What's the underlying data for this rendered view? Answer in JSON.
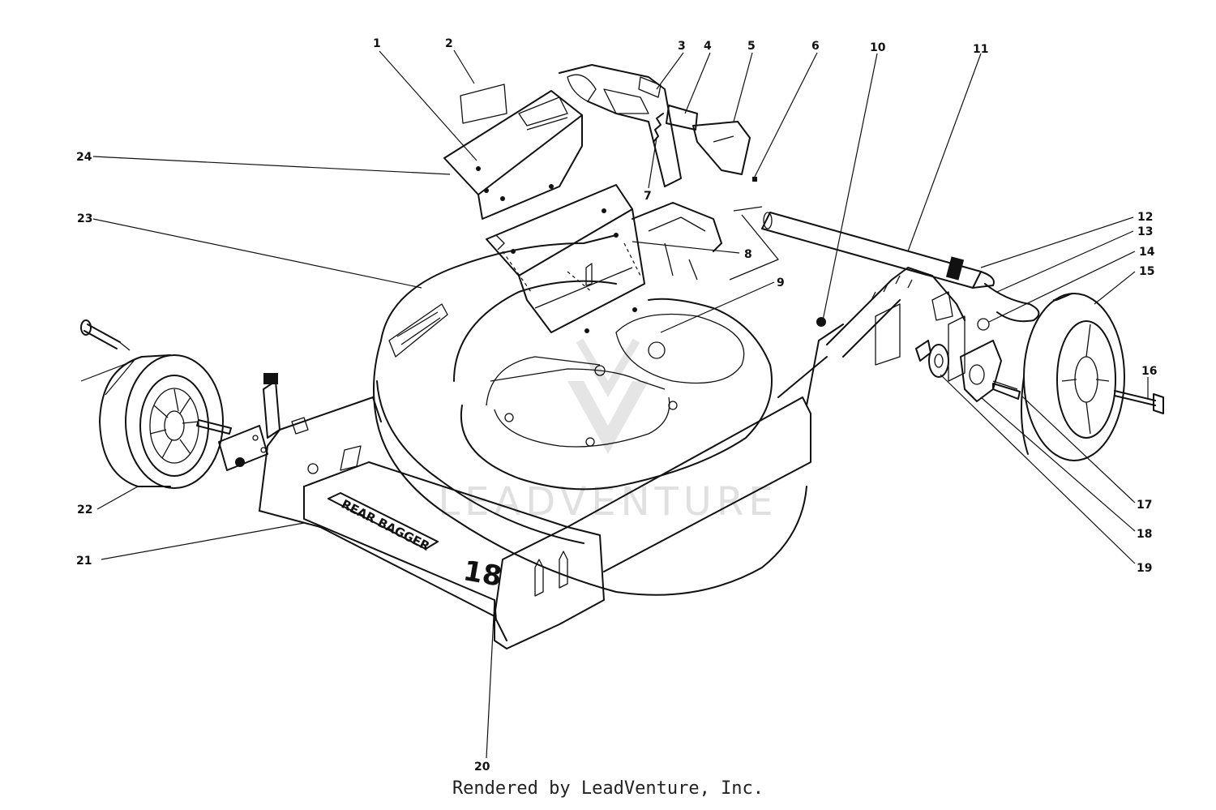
{
  "diagram": {
    "callouts": [
      {
        "id": "1",
        "text": "1"
      },
      {
        "id": "2",
        "text": "2"
      },
      {
        "id": "3",
        "text": "3"
      },
      {
        "id": "4",
        "text": "4"
      },
      {
        "id": "5",
        "text": "5"
      },
      {
        "id": "6",
        "text": "6"
      },
      {
        "id": "7",
        "text": "7"
      },
      {
        "id": "8",
        "text": "8"
      },
      {
        "id": "9",
        "text": "9"
      },
      {
        "id": "10",
        "text": "10"
      },
      {
        "id": "11",
        "text": "11"
      },
      {
        "id": "12",
        "text": "12"
      },
      {
        "id": "13",
        "text": "13"
      },
      {
        "id": "14",
        "text": "14"
      },
      {
        "id": "15",
        "text": "15"
      },
      {
        "id": "16",
        "text": "16"
      },
      {
        "id": "17",
        "text": "17"
      },
      {
        "id": "18",
        "text": "18"
      },
      {
        "id": "19",
        "text": "19"
      },
      {
        "id": "20",
        "text": "20"
      },
      {
        "id": "21",
        "text": "21"
      },
      {
        "id": "22",
        "text": "22"
      },
      {
        "id": "23",
        "text": "23"
      },
      {
        "id": "24",
        "text": "24"
      }
    ],
    "deck_label": "REAR BAGGER",
    "deck_size": "18",
    "watermark": "LEADVENTURE",
    "footer": "Rendered by LeadVenture, Inc."
  }
}
